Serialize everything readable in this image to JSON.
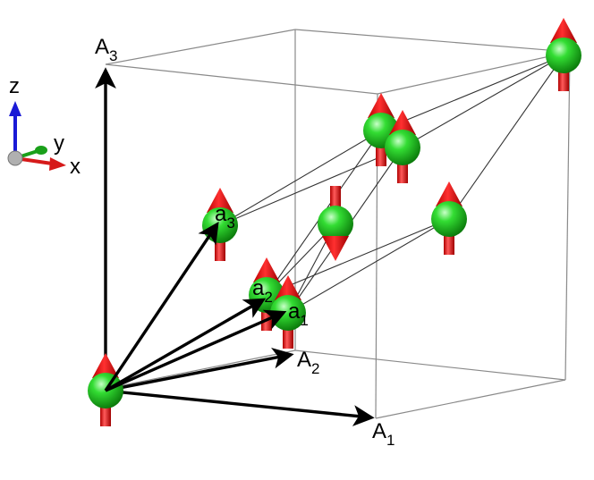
{
  "axes_triad": {
    "z_label": "z",
    "y_label": "y",
    "x_label": "x",
    "colors": {
      "z": "#1a1ad6",
      "y": "#1aa01a",
      "x": "#d61a1a",
      "origin": "#a8a8a8"
    }
  },
  "lattice_vectors": {
    "A1": {
      "base": "A",
      "sub": "1"
    },
    "A2": {
      "base": "A",
      "sub": "2"
    },
    "A3": {
      "base": "A",
      "sub": "3"
    }
  },
  "primitive_vectors": {
    "a1": {
      "base": "a",
      "sub": "1"
    },
    "a2": {
      "base": "a",
      "sub": "2"
    },
    "a3": {
      "base": "a",
      "sub": "3"
    }
  },
  "atoms": [
    {
      "id": "origin",
      "spin": "up"
    },
    {
      "id": "a3",
      "spin": "up"
    },
    {
      "id": "a2",
      "spin": "up"
    },
    {
      "id": "a1",
      "spin": "up"
    },
    {
      "id": "center",
      "spin": "down"
    },
    {
      "id": "right",
      "spin": "up"
    },
    {
      "id": "upper-back",
      "spin": "up"
    },
    {
      "id": "upper-front",
      "spin": "up"
    },
    {
      "id": "top-right",
      "spin": "up"
    }
  ],
  "colors": {
    "atom": "#22cc22",
    "atom_highlight": "#b8ffb8",
    "atom_shadow": "#0a7a0a",
    "spin_arrow": "#e01010",
    "spin_arrow_dark": "#a00000",
    "cell_edge": "#8a8a8a",
    "bond": "#333333",
    "vector": "#000000"
  }
}
